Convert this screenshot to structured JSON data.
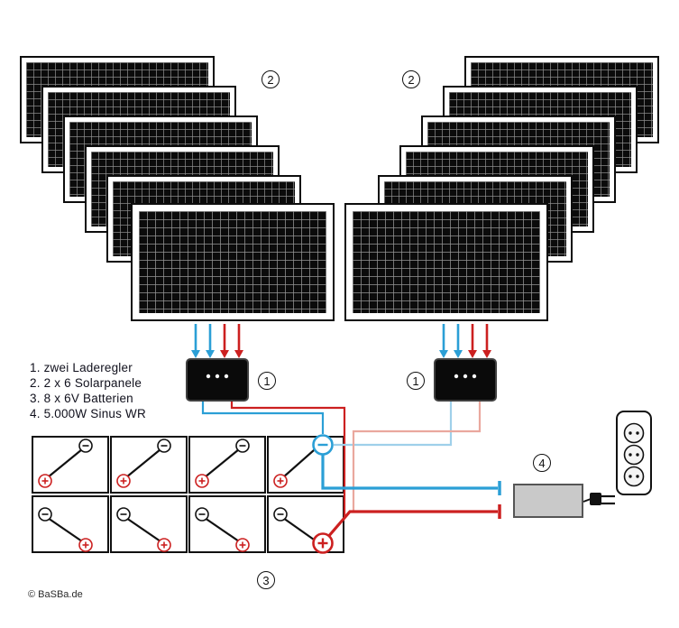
{
  "title": "Solar power system wiring diagram",
  "legend": {
    "items": [
      "1. zwei Laderegler",
      "2. 2 x 6 Solarpanele",
      "3. 8 x 6V Batterien",
      "4. 5.000W Sinus WR"
    ]
  },
  "badges": {
    "panels_left": "2",
    "panels_right": "2",
    "controller_left": "1",
    "controller_right": "1",
    "batteries": "3",
    "inverter": "4"
  },
  "copyright": "© BaSBa.de",
  "components": {
    "solar_panels": {
      "stacks": 2,
      "panels_per_stack": 6
    },
    "charge_controllers": 2,
    "batteries": {
      "count": 8,
      "voltage": "6V",
      "rows": 2,
      "columns": 4
    },
    "inverter": "5.000W Sinus WR",
    "power_strip_sockets": 3
  },
  "colors": {
    "wire_negative": "#2b9fd6",
    "wire_positive": "#cc2020",
    "wire_negative_light": "#9fd0ea",
    "wire_positive_light": "#eaa89e"
  }
}
